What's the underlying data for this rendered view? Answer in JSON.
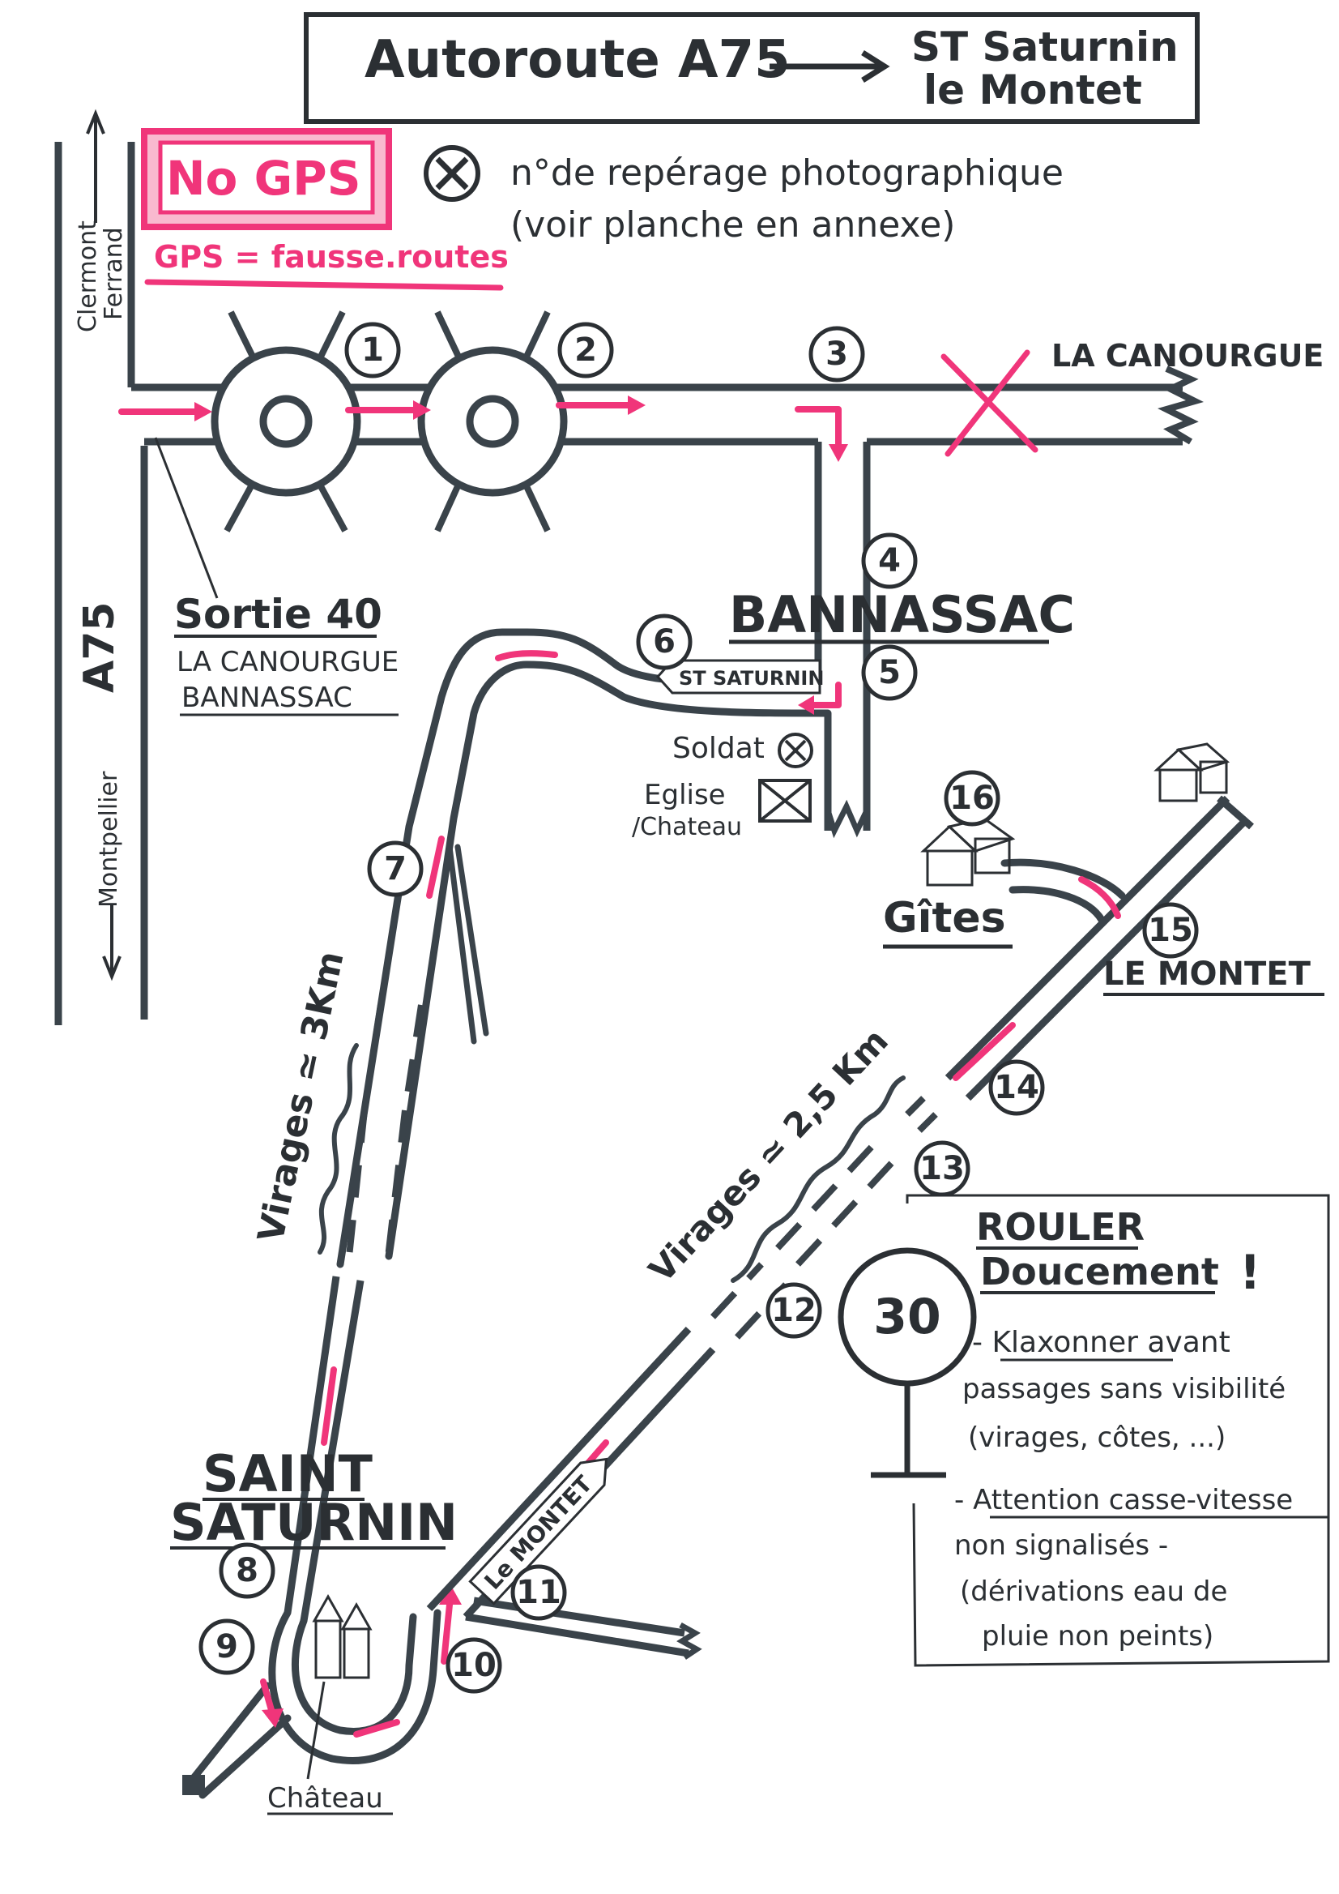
{
  "header": {
    "left": "Autoroute A75",
    "right_line1": "ST Saturnin",
    "right_line2": "le Montet"
  },
  "warning": {
    "badge": "No GPS",
    "note": "GPS = fausse.routes"
  },
  "legend": {
    "line1": "n°de repérage photographique",
    "line2": "(voir planche en annexe)"
  },
  "motorway": {
    "name": "A75",
    "north_label_line1": "Clermont",
    "north_label_line2": "Ferrand",
    "south_label": "Montpellier"
  },
  "exit": {
    "title": "Sortie 40",
    "line1": "LA CANOURGUE",
    "line2": "BANNASSAC"
  },
  "places": {
    "la_canourgue": "LA CANOURGUE",
    "bannassac": "BANNASSAC",
    "st_saturnin_sign": "ST SATURNIN",
    "soldat": "Soldat",
    "eglise": "Eglise",
    "chateau_bannassac": "/Chateau",
    "gites": "Gîtes",
    "le_montet": "LE MONTET",
    "saint": "SAINT",
    "saturnin": "SATURNIN",
    "le_montet_sign": "Le MONTET",
    "chateau": "Château"
  },
  "segments": {
    "virages_3km": "Virages ≃ 3Km",
    "virages_25km": "Virages ≃ 2,5 Km"
  },
  "markers": [
    "1",
    "2",
    "3",
    "4",
    "5",
    "6",
    "7",
    "8",
    "9",
    "10",
    "11",
    "12",
    "13",
    "14",
    "15",
    "16"
  ],
  "advice": {
    "speed_limit": "30",
    "title_line1": "ROULER",
    "title_line2": "Doucement",
    "exclaim": "!",
    "item1_head": "Klaxonner",
    "item1_rest": " avant",
    "item1_line2": "passages sans visibilité",
    "item1_line3": "(virages, côtes, ...)",
    "item2_head": "Attention casse-vitesse",
    "item2_line2": "non signalisés -",
    "item2_line3": "(dérivations eau de",
    "item2_line4": "pluie non peints)"
  },
  "colors": {
    "ink": "#2b2f33",
    "road": "#3a434a",
    "highlight": "#f0357a"
  }
}
